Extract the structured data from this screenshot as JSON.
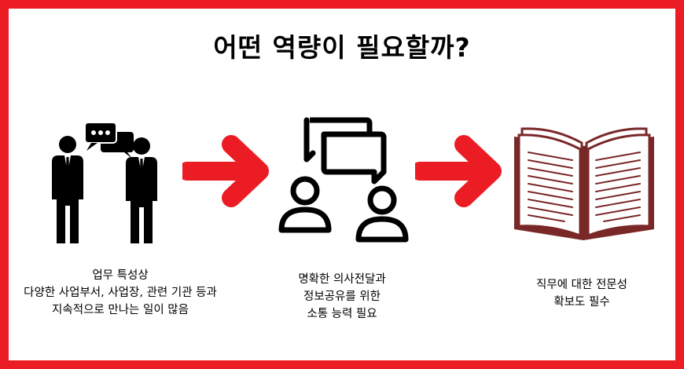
{
  "title": "어떤 역량이 필요할까?",
  "colors": {
    "border": "#ec1c24",
    "arrow": "#ec1c24",
    "book": "#7a2727",
    "book_page": "#ffffff",
    "icon": "#000000"
  },
  "icons": {
    "left": "two-businessmen-talking-icon",
    "middle": "two-users-chat-icon",
    "right": "open-book-icon"
  },
  "captions": {
    "left": [
      "업무 특성상",
      "다양한 사업부서, 사업장, 관련 기관 등과",
      "지속적으로 만나는 일이 많음"
    ],
    "middle": [
      "명확한 의사전달과",
      "정보공유를 위한",
      "소통 능력 필요"
    ],
    "right": [
      "직무에 대한 전문성",
      "확보도 필수"
    ]
  }
}
